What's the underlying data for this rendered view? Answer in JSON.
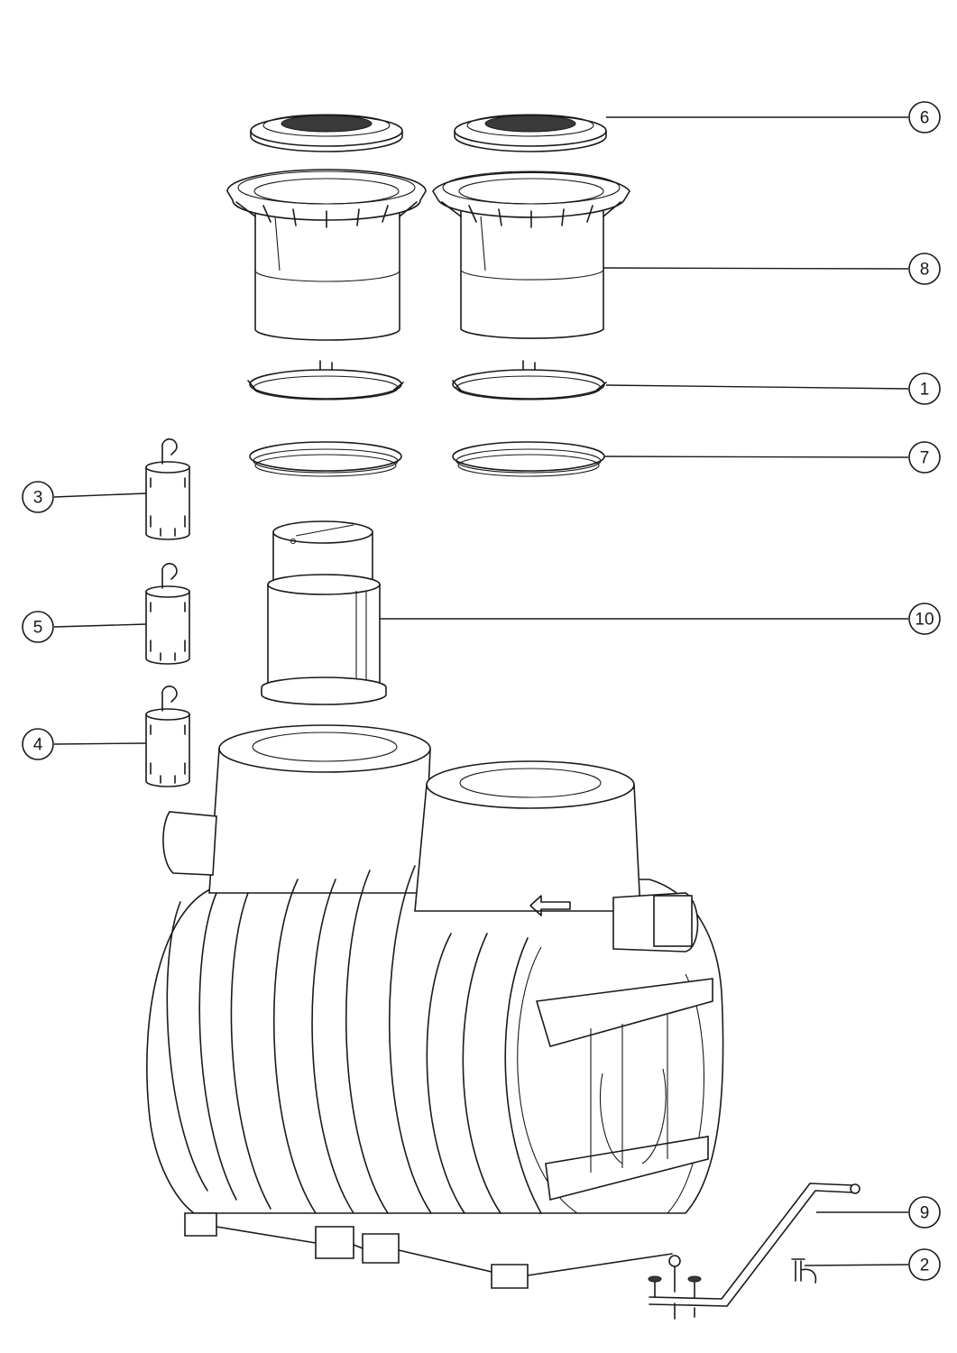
{
  "callouts": [
    {
      "id": "c1",
      "label": "1"
    },
    {
      "id": "c2",
      "label": "2"
    },
    {
      "id": "c3",
      "label": "3"
    },
    {
      "id": "c4",
      "label": "4"
    },
    {
      "id": "c5",
      "label": "5"
    },
    {
      "id": "c6",
      "label": "6"
    },
    {
      "id": "c7",
      "label": "7"
    },
    {
      "id": "c8",
      "label": "8"
    },
    {
      "id": "c9",
      "label": "9"
    },
    {
      "id": "c10",
      "label": "10"
    }
  ],
  "colors": {
    "line": "#1a1a1a",
    "background": "#ffffff",
    "grate": "#3a3a3a"
  }
}
